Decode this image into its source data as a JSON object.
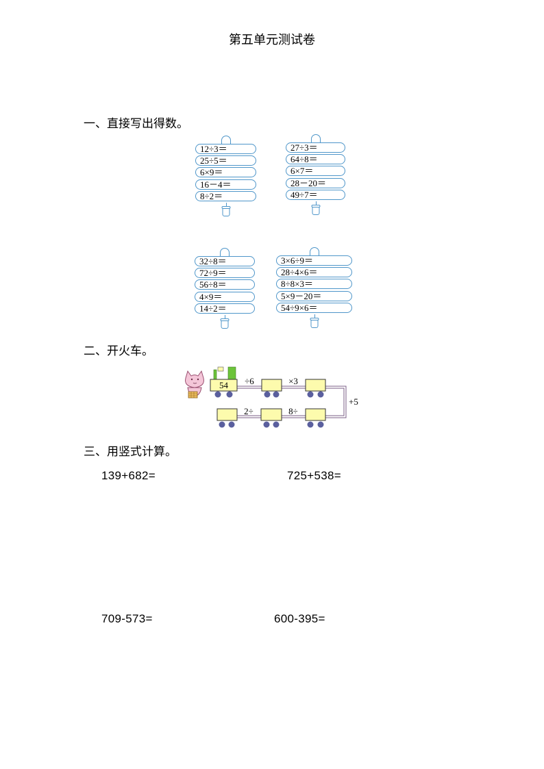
{
  "title": "第五单元测试卷",
  "sections": {
    "one": "一、直接写出得数。",
    "two": "二、开火车。",
    "three": "三、用竖式计算。"
  },
  "tags": [
    {
      "items": [
        "12÷3＝",
        "25÷5＝",
        "6×9＝",
        "16－4＝",
        "8÷2＝"
      ]
    },
    {
      "items": [
        "27÷3＝",
        "64÷8＝",
        "6×7＝",
        "28－20＝",
        "49÷7＝"
      ]
    },
    {
      "items": [
        "32÷8＝",
        "72÷9＝",
        "56÷8＝",
        "4×9＝",
        "14÷2＝"
      ]
    },
    {
      "items": [
        "3×6÷9＝",
        "28÷4×6＝",
        "8÷8×3＝",
        "5×9－20＝",
        "54÷9×6＝"
      ]
    }
  ],
  "train": {
    "start_value": "54",
    "ops_top": [
      "÷6",
      "×3"
    ],
    "op_side": "+5",
    "ops_bottom": [
      "2÷",
      "8÷"
    ],
    "colors": {
      "car_fill": "#fdfbad",
      "wheel": "#5a5f9e",
      "track": "#7a5c86",
      "chimney": "#6cc43a"
    }
  },
  "vertical_calc": [
    "139+682=",
    "725+538=",
    "709-573=",
    "600-395="
  ]
}
